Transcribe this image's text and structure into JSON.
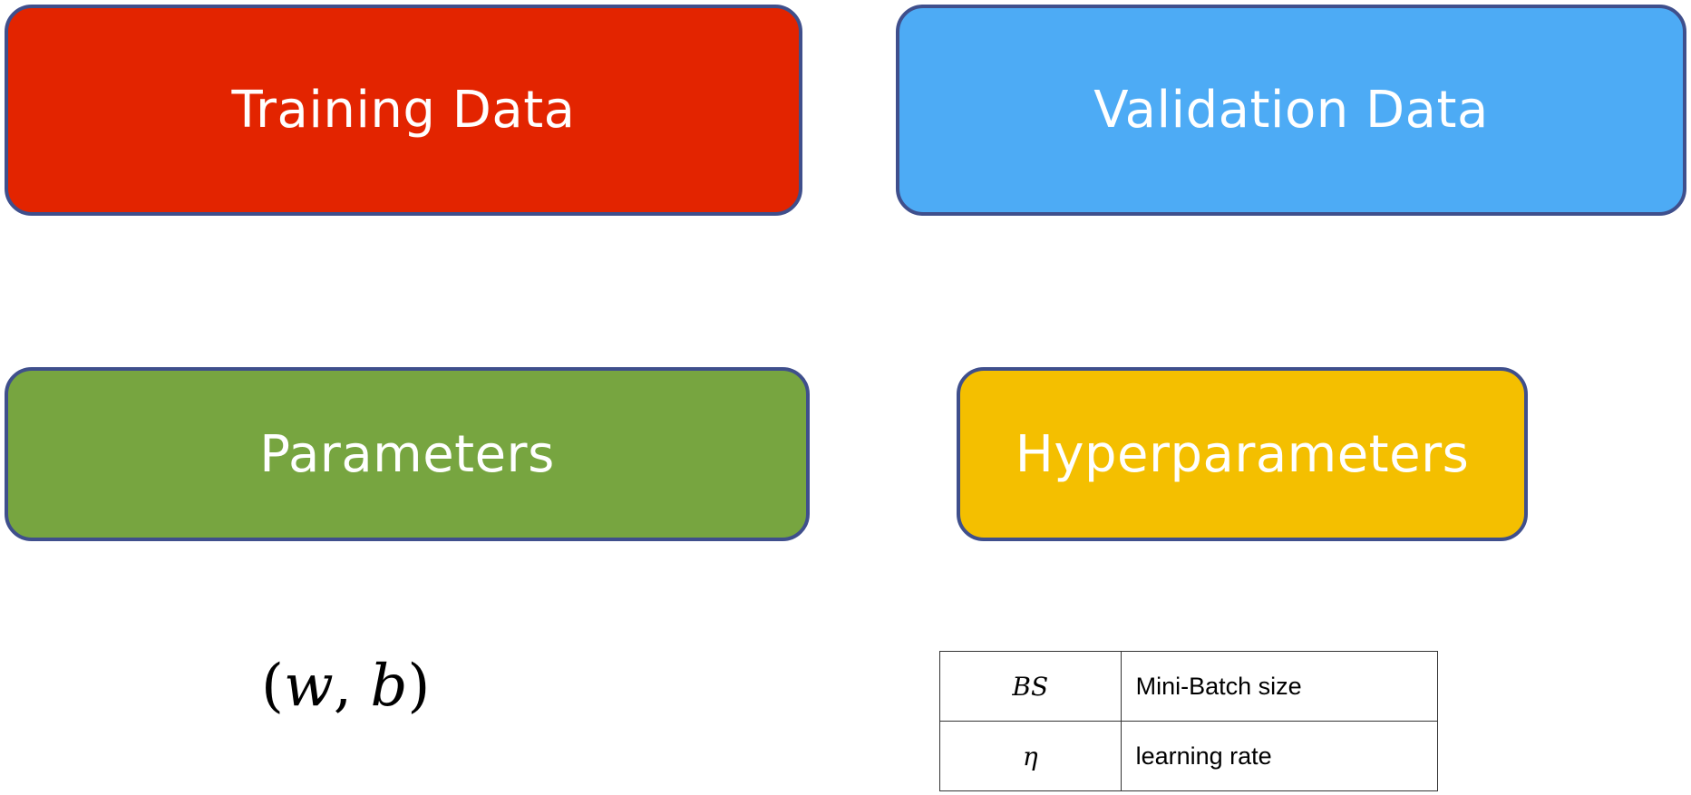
{
  "boxes": {
    "training": {
      "label": "Training Data",
      "color": "#e32400"
    },
    "validation": {
      "label": "Validation Data",
      "color": "#4dabf5"
    },
    "parameters": {
      "label": "Parameters",
      "color": "#77a540"
    },
    "hyperparameters": {
      "label": "Hyperparameters",
      "color": "#f4bf00"
    }
  },
  "border_color": "#3f4f8c",
  "parameters_formula": {
    "open": "(",
    "w": "w",
    "sep": ", ",
    "b": "b",
    "close": ")"
  },
  "hyperparameter_table": {
    "rows": [
      {
        "symbol": "BS",
        "description": "Mini-Batch size"
      },
      {
        "symbol": "η",
        "description": "learning rate"
      }
    ]
  }
}
